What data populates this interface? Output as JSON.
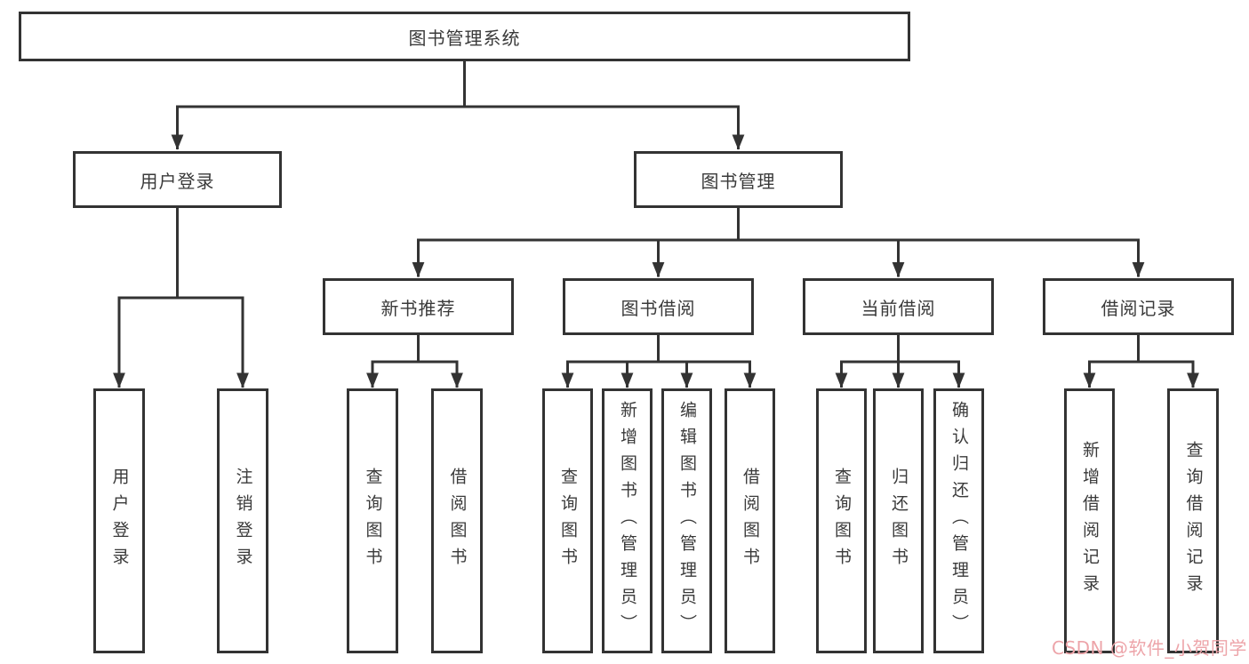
{
  "diagram": {
    "tree": {
      "label": "图书管理系统",
      "children": [
        {
          "label": "用户登录",
          "children": [
            {
              "label": "用户登录"
            },
            {
              "label": "注销登录"
            }
          ]
        },
        {
          "label": "图书管理",
          "children": [
            {
              "label": "新书推荐",
              "children": [
                {
                  "label": "查询图书"
                },
                {
                  "label": "借阅图书"
                }
              ]
            },
            {
              "label": "图书借阅",
              "children": [
                {
                  "label": "查询图书"
                },
                {
                  "label": "新增图书（管理员）"
                },
                {
                  "label": "编辑图书（管理员）"
                },
                {
                  "label": "借阅图书"
                }
              ]
            },
            {
              "label": "当前借阅",
              "children": [
                {
                  "label": "查询图书"
                },
                {
                  "label": "归还图书"
                },
                {
                  "label": "确认归还（管理员）"
                }
              ]
            },
            {
              "label": "借阅记录",
              "children": [
                {
                  "label": "新增借阅记录"
                },
                {
                  "label": "查询借阅记录"
                }
              ]
            }
          ]
        }
      ]
    },
    "watermark": "CSDN @软件_小贺同学",
    "colors": {
      "line": "#333333",
      "box_border": "#333333",
      "text": "#3a3a3a",
      "watermark": "#eda4a9",
      "background": "#ffffff"
    }
  }
}
